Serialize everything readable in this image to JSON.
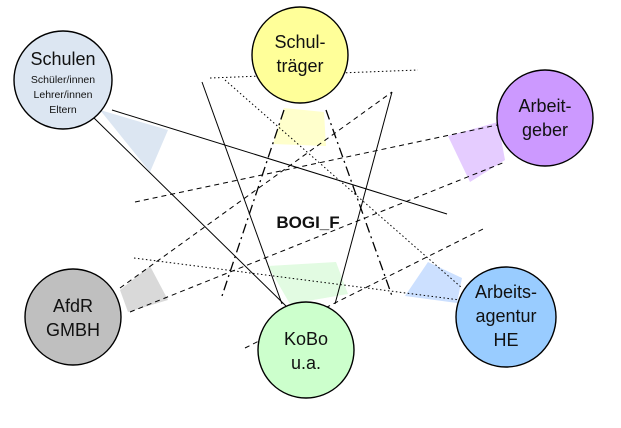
{
  "diagram": {
    "center_label": "BOGI_F",
    "nodes": [
      {
        "id": "schulen",
        "lines": [
          "Schulen"
        ],
        "sublines": [
          "Schüler/innen",
          "Lehrer/innen",
          "Eltern"
        ],
        "fill": "#dce6f2",
        "accent": "#dce6f2"
      },
      {
        "id": "schultraeger",
        "lines": [
          "Schul-",
          "träger"
        ],
        "sublines": [],
        "fill": "#ffff99",
        "accent": "#ffffcc"
      },
      {
        "id": "arbeitgeber",
        "lines": [
          "Arbeit-",
          "geber"
        ],
        "sublines": [],
        "fill": "#cc99ff",
        "accent": "#e5ccff"
      },
      {
        "id": "afdr",
        "lines": [
          "AfdR",
          "GMBH"
        ],
        "sublines": [],
        "fill": "#bfbfbf",
        "accent": "#d9d9d9"
      },
      {
        "id": "kobo",
        "lines": [
          "KoBo",
          "u.a."
        ],
        "sublines": [],
        "fill": "#ccffcc",
        "accent": "#e2fbe2"
      },
      {
        "id": "arbeitsagentur",
        "lines": [
          "Arbeits-",
          "agentur",
          "HE"
        ],
        "sublines": [],
        "fill": "#99ccff",
        "accent": "#cce0ff"
      }
    ]
  }
}
